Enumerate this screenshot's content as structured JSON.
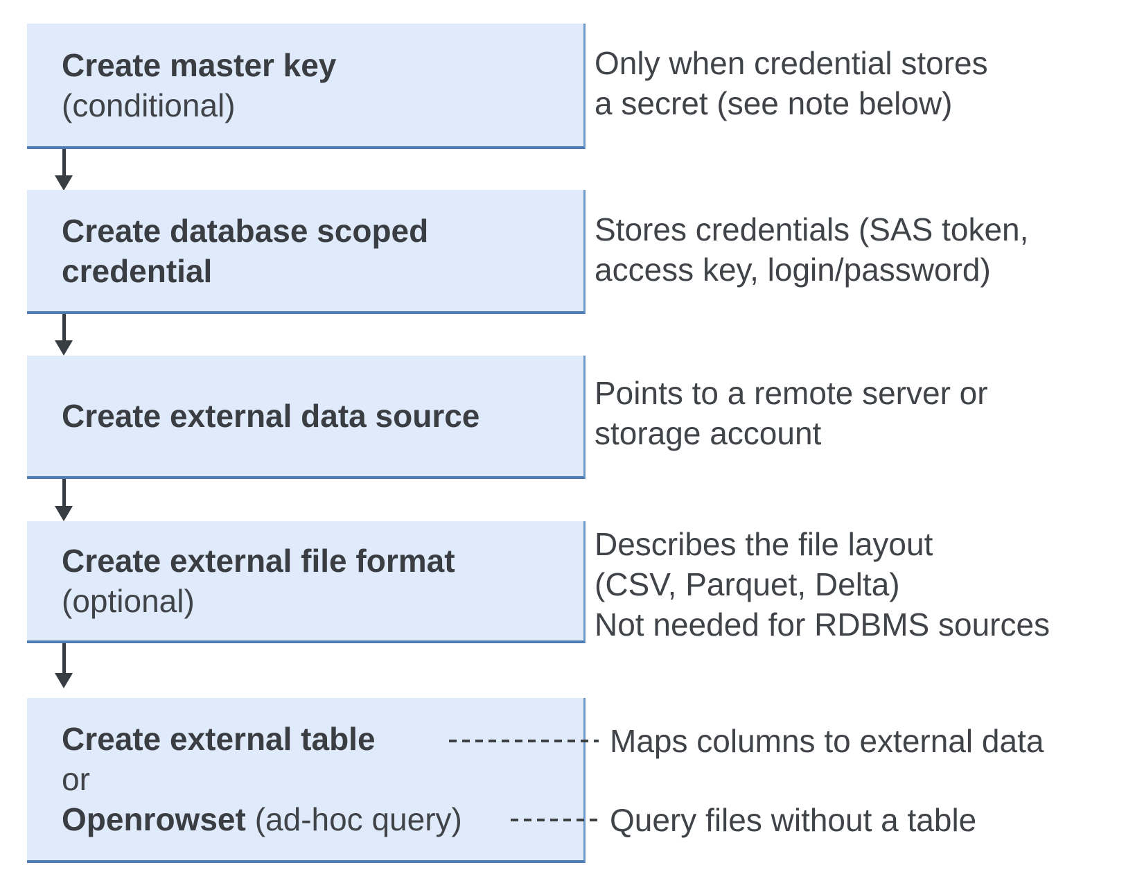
{
  "colors": {
    "background": "#ffffff",
    "boxFill": "#dfeafa",
    "boxBorderBottom": "#4e7db5",
    "boxBorderRight": "#6d99cb",
    "titleText": "#3a3d42",
    "bodyText": "#404347",
    "arrow": "#383d43",
    "dash": "#3c4043"
  },
  "flow": {
    "boxes": [
      {
        "title": "Create master key",
        "qualifier": "(conditional)"
      },
      {
        "title": "Create database scoped credential"
      },
      {
        "title": "Create external data source"
      },
      {
        "title": "Create external file format",
        "qualifier": "(optional)"
      },
      {
        "title": "Create external table",
        "conjunction": "or",
        "alt_title": "Openrowset",
        "alt_qualifier": "(ad-hoc query)"
      }
    ],
    "annotations": [
      {
        "lines": [
          "Only when credential stores",
          "a secret (see note below)"
        ]
      },
      {
        "lines": [
          "Stores credentials (SAS token,",
          "access key, login/password)"
        ]
      },
      {
        "lines": [
          "Points to a remote server or",
          "storage account"
        ]
      },
      {
        "lines": [
          "Describes the file layout",
          "(CSV, Parquet, Delta)",
          "Not needed for RDBMS sources"
        ]
      },
      {
        "lines": [
          "Maps columns to external data"
        ]
      },
      {
        "lines": [
          "Query files without a table"
        ]
      }
    ]
  }
}
